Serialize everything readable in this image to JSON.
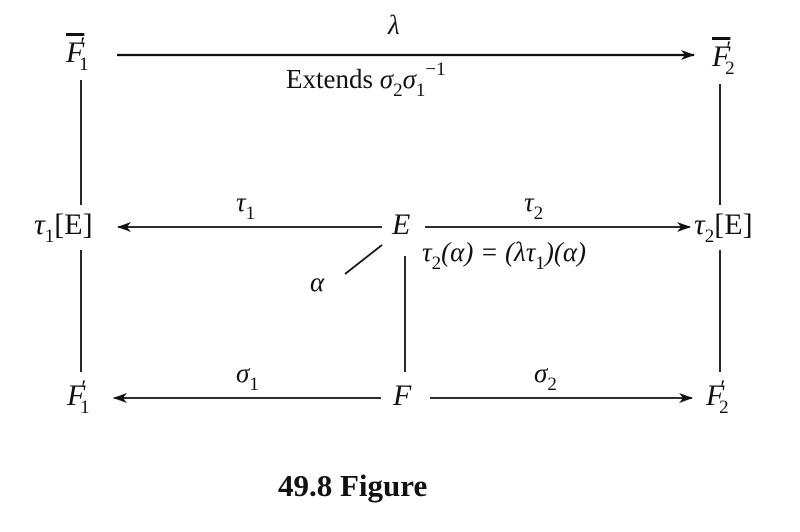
{
  "diagram": {
    "nodes": {
      "F1_bar": {
        "base": "F",
        "prime": "′",
        "sub": "1",
        "overline": true
      },
      "F2_bar": {
        "base": "F",
        "prime": "′",
        "sub": "2",
        "overline": true
      },
      "tau1_E": {
        "fn": "τ",
        "sub": "1",
        "arg": "[E]"
      },
      "E": {
        "label": "E"
      },
      "tau2_E": {
        "fn": "τ",
        "sub": "2",
        "arg": "[E]"
      },
      "F1_prime": {
        "base": "F",
        "prime": "′",
        "sub": "1"
      },
      "F": {
        "label": "F"
      },
      "F2_prime": {
        "base": "F",
        "prime": "′",
        "sub": "2"
      }
    },
    "arrows": {
      "top": {
        "label": "λ",
        "sublabel_text": "Extends ",
        "sublabel_sigma": "σ",
        "sub2": "2",
        "sub1": "1",
        "sup": "−1",
        "from": "F1_bar",
        "to": "F2_bar"
      },
      "tau1": {
        "label": "τ",
        "sub": "1",
        "from": "E",
        "to": "tau1_E"
      },
      "tau2": {
        "label": "τ",
        "sub": "2",
        "from": "E",
        "to": "tau2_E",
        "sublabel": {
          "lhs_fn": "τ",
          "lhs_sub": "2",
          "lhs_rest": "(α) = (λτ",
          "rhs_sub": "1",
          "rhs_rest": ")(α)"
        }
      },
      "sigma1": {
        "label": "σ",
        "sub": "1",
        "from": "F",
        "to": "F1_prime"
      },
      "sigma2": {
        "label": "σ",
        "sub": "2",
        "from": "F",
        "to": "F2_prime"
      }
    },
    "element_label": "α",
    "edges": [
      [
        "F1_bar",
        "tau1_E"
      ],
      [
        "tau1_E",
        "F1_prime"
      ],
      [
        "F2_bar",
        "tau2_E"
      ],
      [
        "tau2_E",
        "F2_prime"
      ],
      [
        "E",
        "F"
      ],
      [
        "E",
        "alpha"
      ]
    ]
  },
  "caption": "49.8 Figure"
}
